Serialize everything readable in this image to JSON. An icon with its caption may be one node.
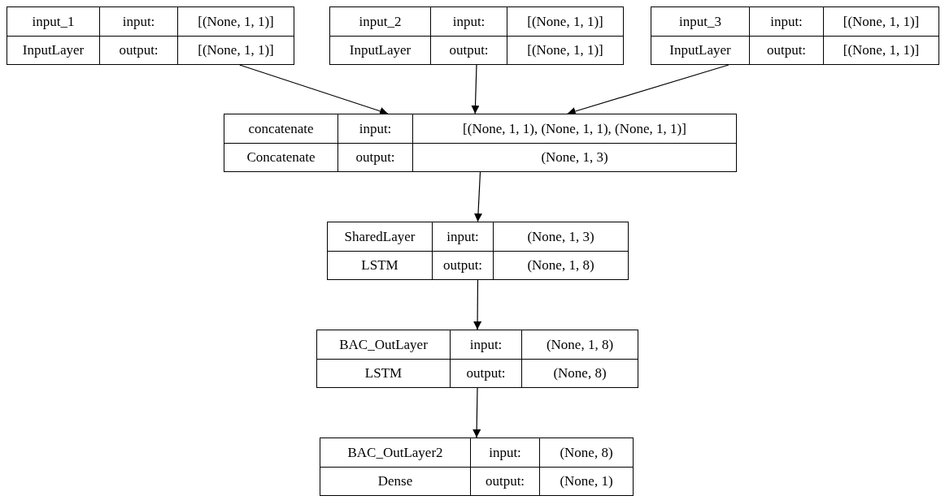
{
  "diagram": {
    "nodes": [
      {
        "text": [
          "input_1",
          "input:",
          "[(None, 1, 1)]",
          "InputLayer",
          "output:",
          "[(None, 1, 1)]"
        ]
      },
      {
        "text": [
          "input_2",
          "input:",
          "[(None, 1, 1)]",
          "InputLayer",
          "output:",
          "[(None, 1, 1)]"
        ]
      },
      {
        "text": [
          "input_3",
          "input:",
          "[(None, 1, 1)]",
          "InputLayer",
          "output:",
          "[(None, 1, 1)]"
        ]
      },
      {
        "text": [
          "concatenate",
          "input:",
          "[(None, 1, 1), (None, 1, 1), (None, 1, 1)]",
          "Concatenate",
          "output:",
          "(None, 1, 3)"
        ]
      },
      {
        "text": [
          "SharedLayer",
          "input:",
          "(None, 1, 3)",
          "LSTM",
          "output:",
          "(None, 1, 8)"
        ]
      },
      {
        "text": [
          "BAC_OutLayer",
          "input:",
          "(None, 1, 8)",
          "LSTM",
          "output:",
          "(None, 8)"
        ]
      },
      {
        "text": [
          "BAC_OutLayer2",
          "input:",
          "(None, 8)",
          "Dense",
          "output:",
          "(None, 1)"
        ]
      }
    ],
    "edges": [
      {
        "from": 0,
        "to": 3,
        "arrow": "to"
      },
      {
        "from": 1,
        "to": 3,
        "arrow": "to"
      },
      {
        "from": 2,
        "to": 3,
        "arrow": "to"
      },
      {
        "from": 3,
        "to": 4,
        "arrow": "to"
      },
      {
        "from": 4,
        "to": 5,
        "arrow": "to"
      },
      {
        "from": 5,
        "to": 6,
        "arrow": "to"
      }
    ]
  }
}
